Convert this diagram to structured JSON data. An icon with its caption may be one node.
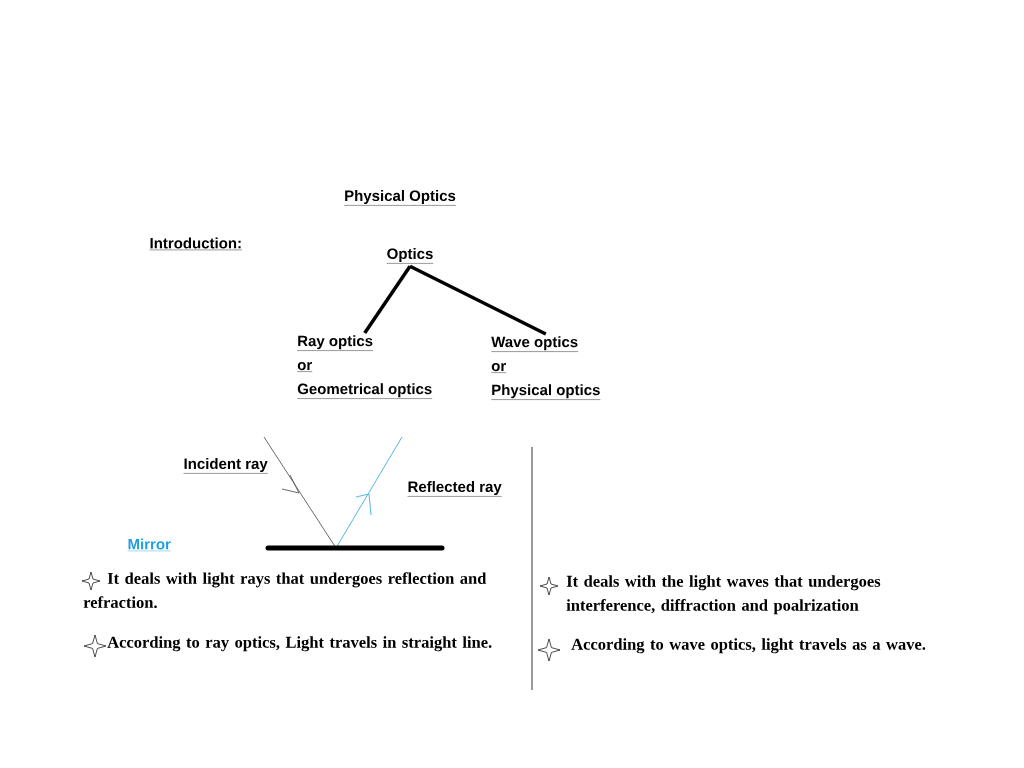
{
  "diagram": {
    "title": "Physical Optics",
    "nodes": [
      {
        "text": [
          "Optics"
        ]
      },
      {
        "text": [
          "Ray optics",
          "or",
          "Geometrical optics"
        ]
      },
      {
        "text": [
          "Wave optics",
          "or",
          "Physical optics"
        ]
      }
    ],
    "edges": [
      {
        "from": 0,
        "to": 1,
        "arrow": "none"
      },
      {
        "from": 0,
        "to": 2,
        "arrow": "none"
      }
    ],
    "labels": [
      "Introduction:",
      "Incident ray",
      "Reflected ray",
      "Mirror",
      "It deals with light rays that undergoes reflection and refraction.",
      "It deals with the light waves that undergoes interference, diffraction and poalrization",
      "According to ray optics, Light travels in straight line.",
      "According to wave optics, light travels as a wave."
    ]
  }
}
